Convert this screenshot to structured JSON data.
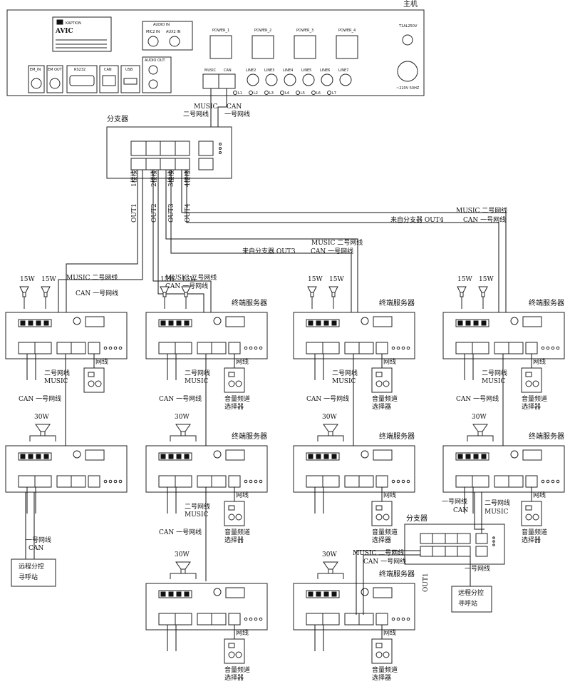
{
  "main_unit": {
    "title": "主机",
    "brand": "KAPTION",
    "model": "AVIC",
    "audio_in": "AUDIO IN",
    "mic2_in": "MIC2 IN",
    "aux2_in": "AUX2 IN",
    "audio_out": "AUDIO OUT",
    "em_in": "EM_IN",
    "em_out": "EM OUT",
    "rs232": "RS232",
    "can": "CAN",
    "usb": "USB",
    "power_1": "POWER_1",
    "power_2": "POWER_2",
    "power_3": "POWER_3",
    "power_4": "POWER_4",
    "fuse": "T1AL250V",
    "ac": "~220V 50HZ",
    "music": "MUSIC",
    "line_inputs": [
      "LINE2",
      "LINE3",
      "LINE4",
      "LINE5",
      "LINE6",
      "LINE7"
    ],
    "leds": [
      "L1",
      "L2",
      "L3",
      "L4",
      "L5",
      "L6",
      "L7"
    ]
  },
  "splitter": {
    "label": "分支器",
    "out1": "OUT1",
    "out2": "OUT2",
    "out3": "OUT3",
    "out4": "OUT4",
    "floor1": "1楼楼",
    "floor2": "2楼楼",
    "floor3": "3楼楼",
    "floor4": "4楼楼",
    "from_out3": "来自分支器 OUT3",
    "from_out4": "来自分支器 OUT4"
  },
  "cables": {
    "music": "MUSIC",
    "can": "CAN",
    "net1": "一号网线",
    "net2": "二号网线",
    "music_net2": "MUSIC 二号网线",
    "can_net1": "CAN 一号网线",
    "can_net1_sp": "CAN 一号网线",
    "net": "网线"
  },
  "terminal": {
    "title": "终端服务器",
    "selector_1": "音量频道",
    "selector_2": "选择器"
  },
  "speakers": {
    "w15": "15W",
    "w30": "30W"
  },
  "remote": {
    "line1": "远程分控",
    "line2": "寻呼站"
  }
}
